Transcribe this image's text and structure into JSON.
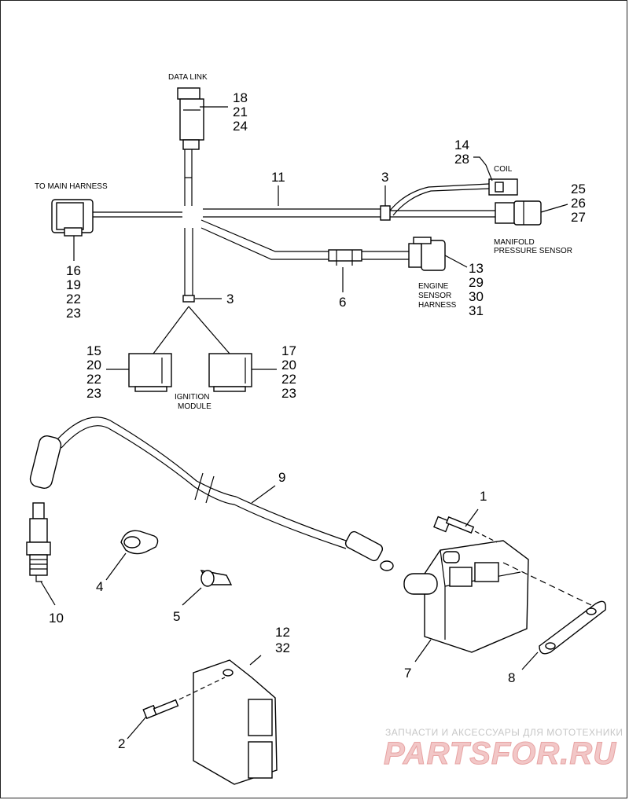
{
  "diagram": {
    "labels": {
      "data_link": "DATA LINK",
      "to_main_harness": "TO MAIN HARNESS",
      "coil": "COIL",
      "manifold_line1": "MANIFOLD",
      "manifold_line2": "PRESSURE SENSOR",
      "engine_line1": "ENGINE",
      "engine_line2": "SENSOR",
      "engine_line3": "HARNESS",
      "ignition_line1": "IGNITION",
      "ignition_line2": "MODULE"
    },
    "callouts": {
      "data_link": [
        "18",
        "21",
        "24"
      ],
      "harness": "11",
      "clip_upper": "3",
      "clip_lower": "3",
      "coil": [
        "14",
        "28"
      ],
      "manifold": [
        "25",
        "26",
        "27"
      ],
      "main_harness": [
        "16",
        "19",
        "22",
        "23"
      ],
      "engine_sensor": [
        "13",
        "29",
        "30",
        "31"
      ],
      "tie": "6",
      "ign_left": [
        "15",
        "20",
        "22",
        "23"
      ],
      "ign_right": [
        "17",
        "20",
        "22",
        "23"
      ],
      "plug_wire": "9",
      "screw_top": "1",
      "clip_4": "4",
      "clip_5": "5",
      "spark_plug": "10",
      "coil_body": "7",
      "bracket": "8",
      "module": [
        "12",
        "32"
      ],
      "screw_bottom": "2"
    }
  },
  "watermark": {
    "tagline": "ЗАПЧАСТИ И АКСЕССУАРЫ ДЛЯ МОТОТЕХНИКИ",
    "brand": "PARTSFOR.RU"
  }
}
